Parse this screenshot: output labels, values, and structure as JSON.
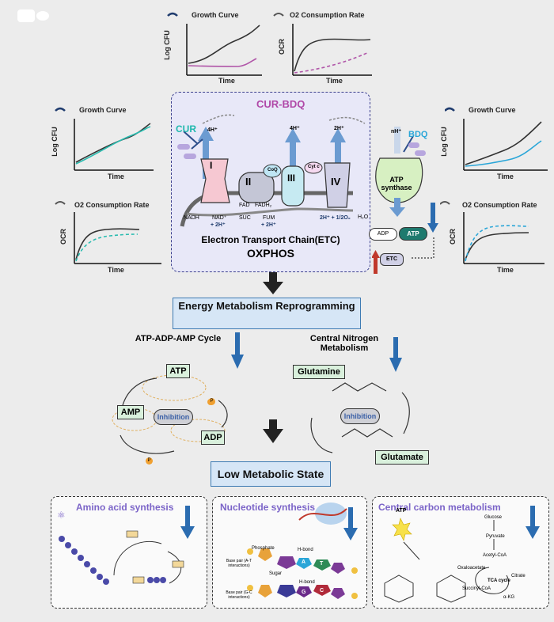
{
  "top_charts": {
    "growth": {
      "title": "Growth Curve",
      "ylabel": "Log CFU",
      "xlabel": "Time"
    },
    "ocr": {
      "title": "O2 Consumption Rate",
      "ylabel": "OCR",
      "xlabel": "Time"
    }
  },
  "left_charts": {
    "growth": {
      "title": "Growth Curve",
      "ylabel": "Log CFU",
      "xlabel": "Time"
    },
    "ocr": {
      "title": "O2 Consumption Rate",
      "ylabel": "OCR",
      "xlabel": "Time"
    }
  },
  "right_charts": {
    "growth": {
      "title": "Growth Curve",
      "ylabel": "Log CFU",
      "xlabel": "Time"
    },
    "ocr": {
      "title": "O2 Consumption Rate",
      "ylabel": "OCR",
      "xlabel": "Time"
    }
  },
  "etc": {
    "combo": "CUR-BDQ",
    "cur": "CUR",
    "bdq": "BDQ",
    "complex_I": "I",
    "complex_II": "II",
    "complex_III": "III",
    "complex_IV": "IV",
    "coq": "CoQ",
    "cytc": "Cyt c",
    "h4_1": "4H⁺",
    "h4_2": "4H⁺",
    "h2": "2H⁺",
    "nh": "nH⁺",
    "nadh": "NADH",
    "nad": "NAD⁺",
    "nad_h": "+ 2H⁺",
    "fad": "FAD",
    "fadh2": "FADH₂",
    "suc": "SUC",
    "fum": "FUM",
    "fum_h": "+ 2H⁺",
    "o2": "2H⁺ + 1/2O₂",
    "h2o": "H₂O",
    "title1": "Electron Transport Chain(ETC)",
    "title2": "OXPHOS",
    "atp_synthase": "ATP synthase",
    "adp": "ADP",
    "atp": "ATP",
    "etc_small": "ETC"
  },
  "banner1": "Energy Metabolism Reprogramming",
  "cycle": {
    "title": "ATP-ADP-AMP Cycle",
    "atp": "ATP",
    "adp": "ADP",
    "amp": "AMP",
    "inhibition": "Inhibition",
    "p": "P"
  },
  "nitrogen": {
    "title": "Central Nitrogen Metabolism",
    "glutamine": "Glutamine",
    "glutamate": "Glutamate",
    "inhibition": "Inhibition"
  },
  "banner2": "Low Metabolic State",
  "bottom": {
    "amino": "Amino acid synthesis",
    "nucleotide": "Nucleotide  synthesis",
    "carbon": "Central carbon metabolism",
    "phosphate": "Phosphate",
    "sugar": "Sugar",
    "hbond1": "H-bond",
    "hbond2": "H-bond",
    "bp_at": "Base pair (A-T interactions)",
    "bp_gc": "Base pair (G-C interactions)",
    "base_a": "A",
    "base_t": "T",
    "base_g": "G",
    "base_c": "C",
    "glucose": "Glucose",
    "pyruvate": "Pyruvate",
    "acetylcoa": "Acetyl-CoA",
    "oxaloacetate": "Oxaloacetate",
    "citrate": "Citrate",
    "tca": "TCA cycle",
    "akg": "α-KG",
    "succinyl": "Succinyl-CoA",
    "atp_star": "ATP"
  }
}
